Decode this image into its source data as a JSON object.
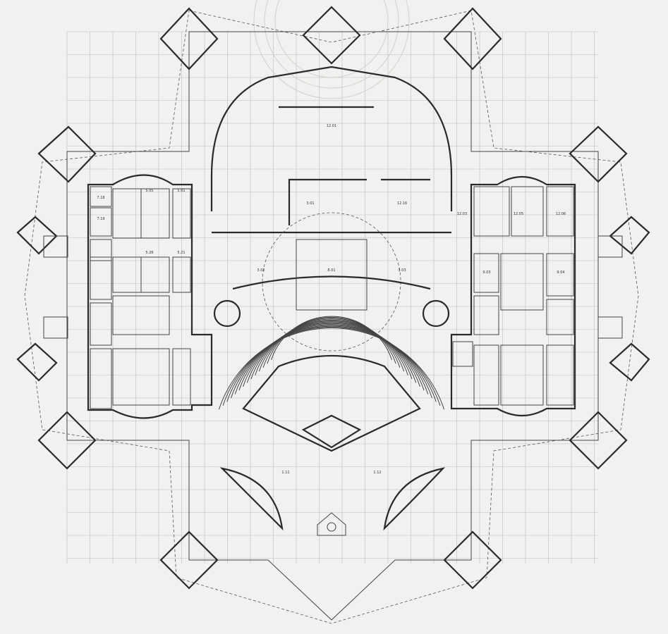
{
  "drawing": {
    "type": "architectural floor plan",
    "room_labels": [
      {
        "id": "left-1",
        "text": "7.18"
      },
      {
        "id": "left-2",
        "text": "7.19"
      },
      {
        "id": "left-3",
        "text": "5.05"
      },
      {
        "id": "left-4",
        "text": "5.01"
      },
      {
        "id": "left-5",
        "text": "5.21"
      },
      {
        "id": "left-6",
        "text": "5.26"
      },
      {
        "id": "hall",
        "text": "12.01"
      },
      {
        "id": "stage-left",
        "text": "3.01"
      },
      {
        "id": "stage-right",
        "text": "12.16"
      },
      {
        "id": "right-1",
        "text": "12.03"
      },
      {
        "id": "right-2",
        "text": "12.05"
      },
      {
        "id": "right-3",
        "text": "12.06"
      },
      {
        "id": "right-4",
        "text": "9.03"
      },
      {
        "id": "right-5",
        "text": "9.04"
      },
      {
        "id": "center",
        "text": "8.01"
      },
      {
        "id": "foyer-left",
        "text": "3.02"
      },
      {
        "id": "foyer-right",
        "text": "3.03"
      },
      {
        "id": "plaza-left",
        "text": "1.11"
      },
      {
        "id": "plaza-right",
        "text": "1.12"
      }
    ]
  }
}
